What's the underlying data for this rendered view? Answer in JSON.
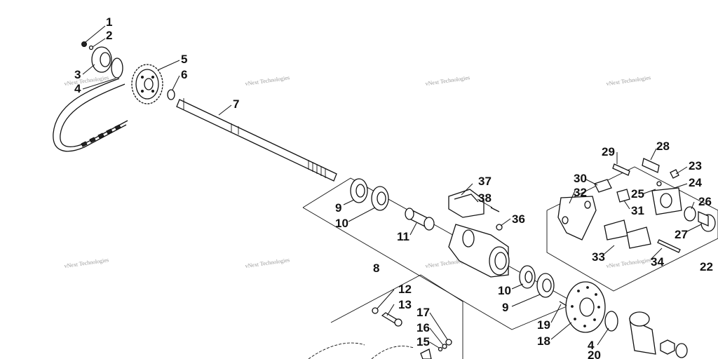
{
  "diagram": {
    "watermark_text": "vNext Technologies",
    "callouts": [
      {
        "id": "c1",
        "label": "1"
      },
      {
        "id": "c2",
        "label": "2"
      },
      {
        "id": "c3",
        "label": "3"
      },
      {
        "id": "c4a",
        "label": "4"
      },
      {
        "id": "c5",
        "label": "5"
      },
      {
        "id": "c6",
        "label": "6"
      },
      {
        "id": "c7",
        "label": "7"
      },
      {
        "id": "c8",
        "label": "8"
      },
      {
        "id": "c9a",
        "label": "9"
      },
      {
        "id": "c10a",
        "label": "10"
      },
      {
        "id": "c11",
        "label": "11"
      },
      {
        "id": "c37",
        "label": "37"
      },
      {
        "id": "c38",
        "label": "38"
      },
      {
        "id": "c36",
        "label": "36"
      },
      {
        "id": "c10b",
        "label": "10"
      },
      {
        "id": "c9b",
        "label": "9"
      },
      {
        "id": "c12",
        "label": "12"
      },
      {
        "id": "c13",
        "label": "13"
      },
      {
        "id": "c17",
        "label": "17"
      },
      {
        "id": "c16",
        "label": "16"
      },
      {
        "id": "c15",
        "label": "15"
      },
      {
        "id": "c19",
        "label": "19"
      },
      {
        "id": "c18",
        "label": "18"
      },
      {
        "id": "c4b",
        "label": "4"
      },
      {
        "id": "c20",
        "label": "20"
      },
      {
        "id": "c29",
        "label": "29"
      },
      {
        "id": "c28",
        "label": "28"
      },
      {
        "id": "c23",
        "label": "23"
      },
      {
        "id": "c30",
        "label": "30"
      },
      {
        "id": "c24",
        "label": "24"
      },
      {
        "id": "c25",
        "label": "25"
      },
      {
        "id": "c32",
        "label": "32"
      },
      {
        "id": "c31",
        "label": "31"
      },
      {
        "id": "c26",
        "label": "26"
      },
      {
        "id": "c27",
        "label": "27"
      },
      {
        "id": "c33",
        "label": "33"
      },
      {
        "id": "c34",
        "label": "34"
      },
      {
        "id": "c22",
        "label": "22"
      }
    ]
  }
}
